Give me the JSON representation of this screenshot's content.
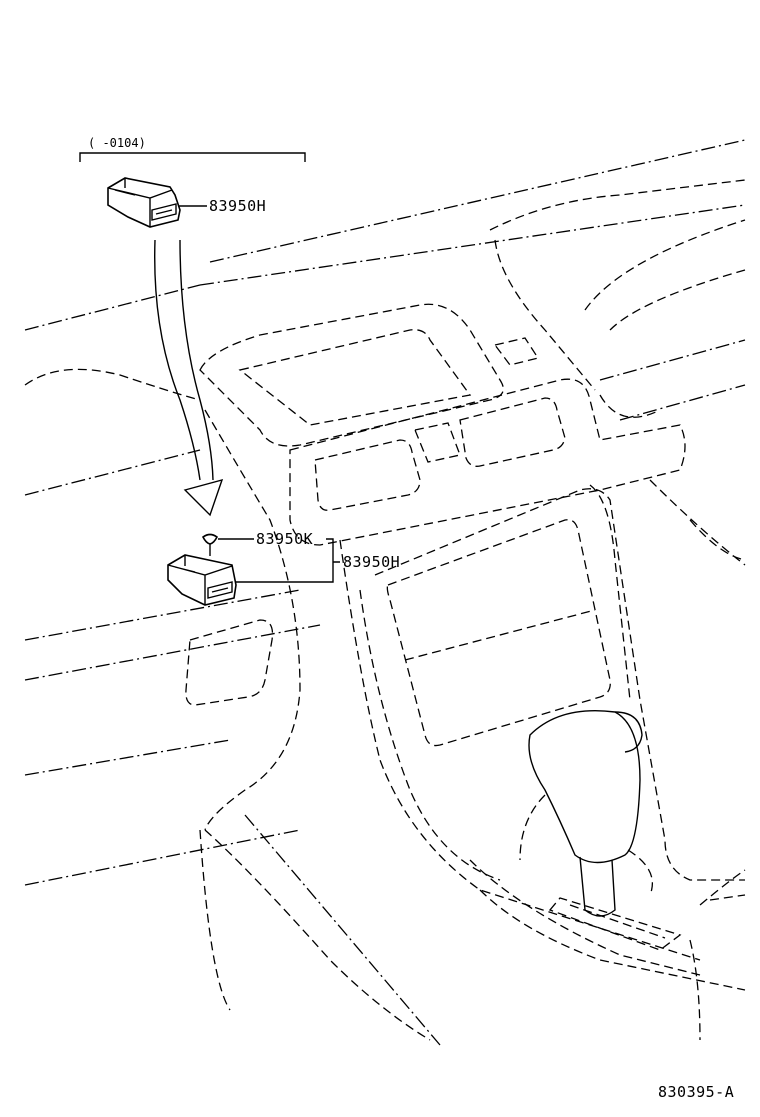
{
  "bracket": {
    "range_label": "(   -0104)"
  },
  "parts": {
    "upper_sensor": "83950H",
    "clip": "83950K",
    "lower_sensor": "83950H"
  },
  "figure_code": "830395-A"
}
